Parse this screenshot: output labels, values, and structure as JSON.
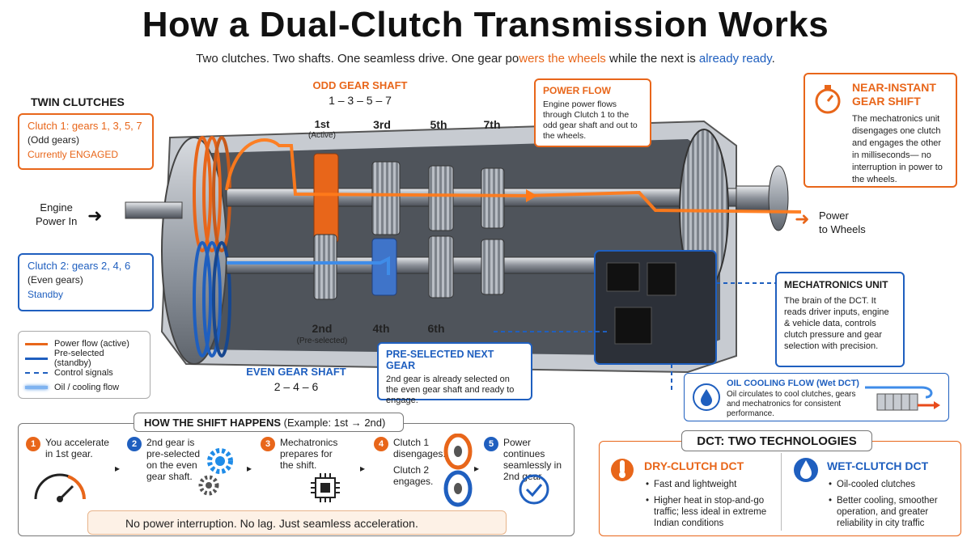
{
  "title": "How a Dual-Clutch Transmission Works",
  "subtitle": {
    "part1": "Two clutches. Two shafts. One seamless drive.  One gear po",
    "part2": "wers the wheels",
    "part3": " while the next is ",
    "part4": "already ready",
    "part5": "."
  },
  "twin_clutches": {
    "heading": "TWIN CLUTCHES",
    "clutch1": {
      "title": "Clutch 1: gears 1, 3, 5, 7",
      "sub": "(Odd gears)",
      "status": "Currently ENGAGED"
    },
    "clutch2": {
      "title": "Clutch 2: gears 2, 4, 6",
      "sub": "(Even gears)",
      "status": "Standby"
    }
  },
  "engine_label": {
    "line1": "Engine",
    "line2": "Power In"
  },
  "wheels_label": {
    "line1": "Power",
    "line2": "to Wheels"
  },
  "odd_shaft": {
    "title": "ODD GEAR SHAFT",
    "gears": "1 – 3 – 5 – 7"
  },
  "even_shaft": {
    "title": "EVEN GEAR SHAFT",
    "gears": "2 – 4 – 6"
  },
  "gear_labels": {
    "g1": "1st",
    "g1_note": "(Active)",
    "g3": "3rd",
    "g5": "5th",
    "g7": "7th",
    "g2": "2nd",
    "g2_note": "(Pre-selected)",
    "g4": "4th",
    "g6": "6th"
  },
  "power_flow": {
    "title": "POWER FLOW",
    "text": "Engine power flows through Clutch 1 to the odd gear shaft and out to the wheels."
  },
  "near_instant": {
    "title_line1": "NEAR-INSTANT",
    "title_line2": "GEAR SHIFT",
    "text": "The mechatronics unit disengages one clutch and engages the other in milliseconds— no interruption in power to the wheels."
  },
  "mechatronics": {
    "title": "MECHATRONICS UNIT",
    "text": "The brain of the DCT. It reads driver inputs, engine & vehicle data, controls clutch pressure and gear selection with precision."
  },
  "preselected": {
    "title": "PRE-SELECTED NEXT GEAR",
    "text": "2nd gear is already selected on the even gear shaft and ready to engage."
  },
  "oil_cooling": {
    "title": "OIL COOLING FLOW (Wet DCT)",
    "text": "Oil circulates to cool clutches, gears and mechatronics for consistent performance."
  },
  "legend": [
    {
      "label": "Power flow (active)",
      "color": "#e8661a",
      "style": "solid"
    },
    {
      "label": "Pre-selected (standby)",
      "color": "#1f5fbf",
      "style": "solid"
    },
    {
      "label": "Control signals",
      "color": "#1f5fbf",
      "style": "dashed"
    },
    {
      "label": "Oil / cooling flow",
      "color": "#4a90e2",
      "style": "glow"
    }
  ],
  "shift": {
    "heading_bold": "HOW THE SHIFT HAPPENS",
    "heading_rest": " (Example: 1st → 2nd)",
    "steps": [
      {
        "num": "1",
        "text": "You accelerate in 1st gear.",
        "color": "#e8661a"
      },
      {
        "num": "2",
        "text": "2nd gear is pre-selected on the even gear shaft.",
        "color": "#1f5fbf"
      },
      {
        "num": "3",
        "text": "Mechatronics prepares for the shift.",
        "color": "#e8661a"
      },
      {
        "num": "4",
        "text_a": "Clutch 1 disengages.",
        "text_b": "Clutch 2 engages.",
        "color": "#e8661a"
      },
      {
        "num": "5",
        "text": "Power continues seamlessly in 2nd gear.",
        "color": "#1f5fbf"
      }
    ],
    "footer": "No power interruption. No lag. Just seamless acceleration."
  },
  "technologies": {
    "heading": "DCT: TWO TECHNOLOGIES",
    "dry": {
      "title": "DRY-CLUTCH DCT",
      "points": [
        "Fast and lightweight",
        "Higher heat in stop-and-go traffic; less ideal in extreme Indian conditions"
      ]
    },
    "wet": {
      "title": "WET-CLUTCH DCT",
      "points": [
        "Oil-cooled clutches",
        "Better cooling, smoother operation, and greater reliability in city traffic"
      ]
    }
  },
  "colors": {
    "accent_orange": "#e8661a",
    "accent_blue": "#1f5fbf"
  }
}
